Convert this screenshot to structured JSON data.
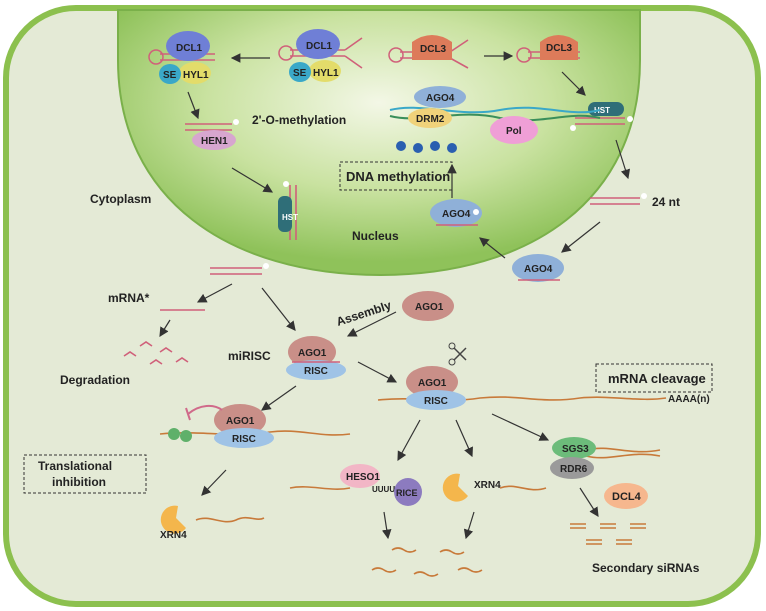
{
  "labels": {
    "dcl1_a": "DCL1",
    "se_a": "SE",
    "hyl1_a": "HYL1",
    "dcl1_b": "DCL1",
    "se_b": "SE",
    "hyl1_b": "HYL1",
    "dcl3_a": "DCL3",
    "dcl3_b": "DCL3",
    "methylation": "2'-O-methylation",
    "hen1": "HEN1",
    "ago4_top": "AGO4",
    "drm2": "DRM2",
    "pol": "Pol",
    "dna_methylation": "DNA methylation",
    "hst_right": "HST",
    "hst_left": "HST",
    "cytoplasm": "Cytoplasm",
    "nucleus": "Nucleus",
    "ago4_mid": "AGO4",
    "nt24": "24 nt",
    "ago4_low": "AGO4",
    "mrna_star": "mRNA*",
    "assembly": "Assembly",
    "ago1_free": "AGO1",
    "mirisc": "miRISC",
    "ago1_center": "AGO1",
    "risc_center": "RISC",
    "degradation": "Degradation",
    "ago1_cleave": "AGO1",
    "risc_cleave": "RISC",
    "mrna_cleavage": "mRNA cleavage",
    "polya": "AAAA(n)",
    "ago1_trans": "AGO1",
    "risc_trans": "RISC",
    "translational_inhibition_1": "Translational",
    "translational_inhibition_2": "inhibition",
    "sgs3": "SGS3",
    "rdr6": "RDR6",
    "dcl4": "DCL4",
    "heso1": "HESO1",
    "uuuu": "UUUU",
    "rice": "RICE",
    "xrn4_mid": "XRN4",
    "xrn4_left": "XRN4",
    "secondary_sirnas": "Secondary siRNAs"
  },
  "colors": {
    "cell_border": "#8cc04e",
    "cell_fill": "#e3ead4",
    "nucleus": "#9fcf6a",
    "dcl1": "#6f7fd6",
    "se": "#3aa8c8",
    "hyl1": "#e3dc6a",
    "dcl3": "#dd7b5a",
    "hen1": "#d7a6cf",
    "hst": "#2f6e78",
    "ago4": "#8fb0d8",
    "drm2": "#f0d27a",
    "pol": "#ef9fd6",
    "ago1": "#c98f88",
    "risc": "#9fc3e6",
    "sgs3": "#6cbc7a",
    "rdr6": "#9a9a9a",
    "dcl4": "#f6b78e",
    "heso1": "#f2b6c6",
    "rice": "#8c7bbf",
    "xrn4": "#f4b64c"
  }
}
